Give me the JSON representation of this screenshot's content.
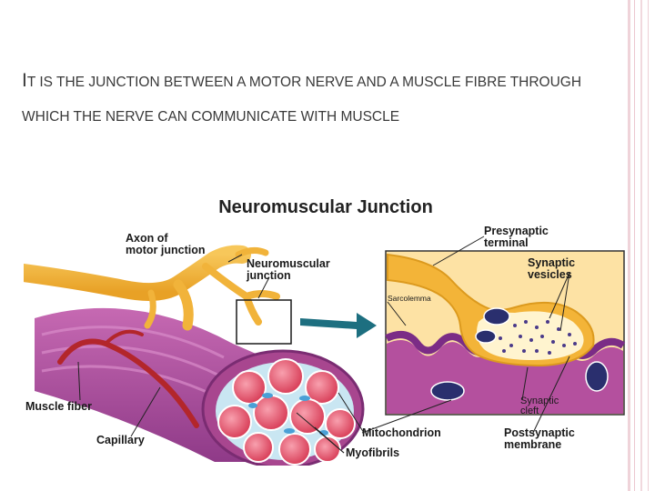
{
  "heading": {
    "first_letter": "I",
    "rest": "t is the junction between a motor nerve and a muscle fibre through which the nerve can communicate with muscle"
  },
  "diagram": {
    "title": "Neuromuscular Junction",
    "labels": {
      "axon_1": "Axon of",
      "axon_2": "motor junction",
      "nmj_1": "Neuromuscular",
      "nmj_2": "junction",
      "presyn_1": "Presynaptic",
      "presyn_2": "terminal",
      "vesicles_1": "Synaptic",
      "vesicles_2": "vesicles",
      "sarcolemma": "Sarcolemma",
      "muscle_fiber": "Muscle fiber",
      "capillary": "Capillary",
      "mitochondrion": "Mitochondrion",
      "cleft_1": "Synaptic",
      "cleft_2": "cleft",
      "postsyn_1": "Postsynaptic",
      "postsyn_2": "membrane",
      "myofibrils": "Myofibrils"
    }
  },
  "colors": {
    "heading_text": "#3a3a3a",
    "border_lines": "#efd3d9",
    "nerve": "#f1b33a",
    "muscle": "#b4509e",
    "capillary": "#b3262b",
    "myofibril": "#e9586e",
    "mitochondrion": "#2a2f6e",
    "arrow": "#1d6f80",
    "vesicle": "#4a3a8a"
  },
  "icons": [
    "arrow-right-icon"
  ]
}
